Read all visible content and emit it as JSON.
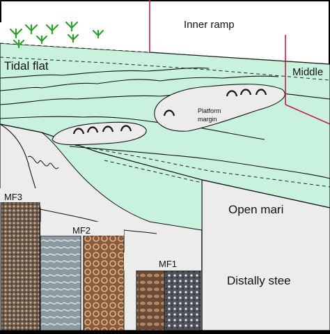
{
  "labels": {
    "tidal_flat": "Tidal flat",
    "inner_ramp": "Inner ramp",
    "middle_ramp": "Middle",
    "platform_margin_1": "Platform",
    "platform_margin_2": "margin",
    "open_marine": "Open mari",
    "distally_steepened": "Distally stee",
    "mf3": "MF3",
    "mf2": "MF2",
    "mf1": "MF1"
  },
  "colors": {
    "water": "#c8f2de",
    "sand_shoal": "#ececec",
    "block_side": "#ececec",
    "boundary_line": "#c0204a",
    "plant": "#2e9e2e",
    "outline": "#111111"
  }
}
